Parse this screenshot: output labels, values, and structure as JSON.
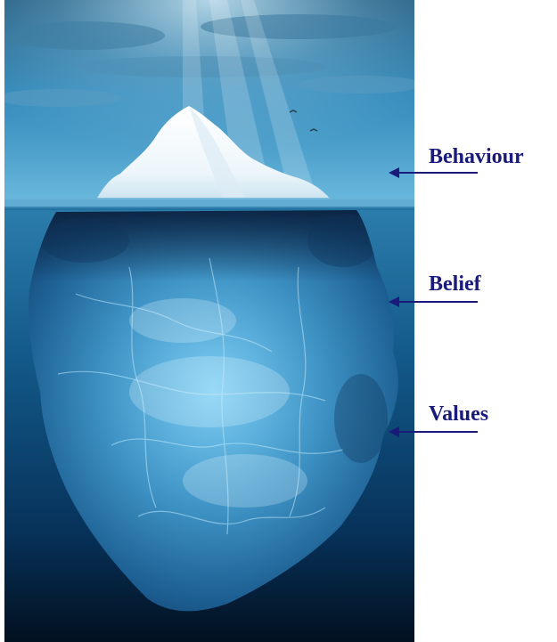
{
  "labels": {
    "behaviour": "Behaviour",
    "belief": "Belief",
    "values": "Values"
  },
  "colors": {
    "label_text": "#1a1a7a",
    "arrow": "#1a1a7a",
    "sky_top": "#0f4a70",
    "sky_bottom": "#69b7dc",
    "water_top": "#2d7fae",
    "water_bottom": "#02101f",
    "iceberg_tip": "#ffffff",
    "iceberg_underwater": "#5cb4e0"
  }
}
